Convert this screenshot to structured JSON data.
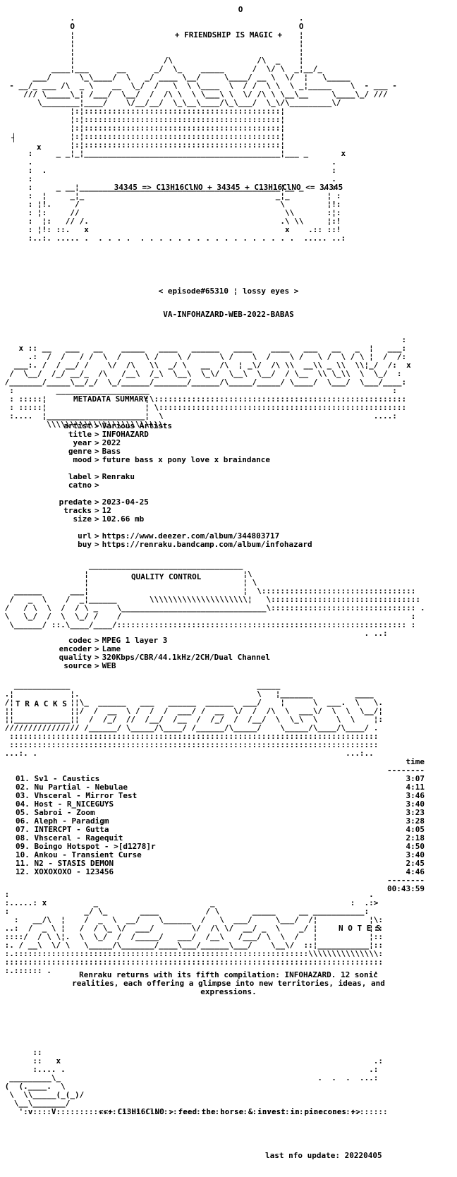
{
  "header_art": {
    "title": "+ FRIENDSHIP IS MAGIC +",
    "formula_line": "34345 => C13H16ClNO + 34345 + C13H16ClNO <= 34345"
  },
  "episode": "< episode#65310 ¦ lossy eyes >",
  "release_name": "VA-INFOHAZARD-WEB-2022-BABAS",
  "metadata": {
    "heading": "METADATA SUMMARY",
    "fields": [
      {
        "key": "artist",
        "value": "Various Artists"
      },
      {
        "key": "title",
        "value": "INFOHAZARD"
      },
      {
        "key": "year",
        "value": "2022"
      },
      {
        "key": "genre",
        "value": "Bass"
      },
      {
        "key": "mood",
        "value": "future bass x pony love x braindance"
      },
      {
        "key": "label",
        "value": "Renraku"
      },
      {
        "key": "catno",
        "value": ""
      },
      {
        "key": "predate",
        "value": "2023-04-25"
      },
      {
        "key": "tracks",
        "value": "12"
      },
      {
        "key": "size",
        "value": "102.66 mb"
      },
      {
        "key": "url",
        "value": "https://www.deezer.com/album/344803717"
      },
      {
        "key": "buy",
        "value": "https://renraku.bandcamp.com/album/infohazard"
      }
    ]
  },
  "quality": {
    "heading": "QUALITY CONTROL",
    "fields": [
      {
        "key": "codec",
        "value": "MPEG 1 layer 3"
      },
      {
        "key": "encoder",
        "value": "Lame"
      },
      {
        "key": "quality",
        "value": "320Kbps/CBR/44.1kHz/2CH/Dual Channel"
      },
      {
        "key": "source",
        "value": "WEB"
      }
    ]
  },
  "tracks": {
    "heading": "T R A C K S",
    "time_header": "time",
    "divider": "--------",
    "list": [
      {
        "title": "01. Sv1 - Caustics",
        "time": "3:07"
      },
      {
        "title": "02. Nu Partial - Nebulae",
        "time": "4:11"
      },
      {
        "title": "03. Vhsceral - Mirror Test",
        "time": "3:46"
      },
      {
        "title": "04. Host - R_NICEGUYS",
        "time": "3:40"
      },
      {
        "title": "05. Sabroi - Zoom",
        "time": "3:23"
      },
      {
        "title": "06. Aleph - Paradigm",
        "time": "3:28"
      },
      {
        "title": "07. INTERCPT - Gutta",
        "time": "4:05"
      },
      {
        "title": "08. Vhsceral - Ragequit",
        "time": "2:18"
      },
      {
        "title": "09. Boingo Hotspot - >[d1278]r",
        "time": "4:50"
      },
      {
        "title": "10. Ankou - Transient Curse",
        "time": "3:40"
      },
      {
        "title": "11. N2 - STASIS DEMON",
        "time": "2:45"
      },
      {
        "title": "12. XOXOXOXO - 123456",
        "time": "4:46"
      }
    ],
    "total": "00:43:59"
  },
  "notes": {
    "heading": "N O T E S",
    "lines": [
      "Renraku returns with its fifth compilation: INFOHAZARD. 12 sonic",
      "realities, each offering a glimpse into new territories, ideas, and",
      "expressions."
    ]
  },
  "footer": {
    "tagline": "<<+ C13H16ClNO > feed the horse & invest in pinecones +>",
    "last_update": "last nfo update: 20220405"
  }
}
